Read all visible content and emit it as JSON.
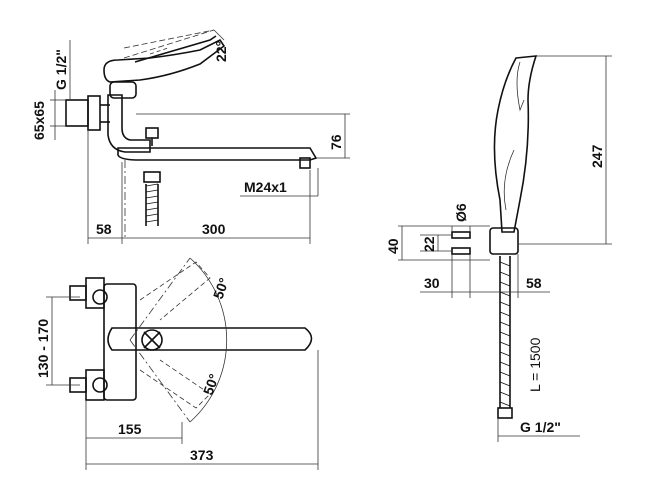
{
  "drawing": {
    "side_view": {
      "thread_inlet": "G 1/2\"",
      "handle_angle": "22°",
      "connection_size": "65x65",
      "height_label": "76",
      "spout_thread": "M24x1",
      "wall_offset": "58",
      "spout_length": "300"
    },
    "top_view": {
      "center_distance": "130 - 170",
      "swivel_angle_upper": "50°",
      "swivel_angle_lower": "50°",
      "body_depth": "155",
      "total_depth": "373"
    },
    "shower_view": {
      "handset_length": "247",
      "hole_diameter": "Ø6",
      "bracket_height": "40",
      "hole_spacing": "22",
      "left_offset": "30",
      "right_offset": "58",
      "hose_length": "L = 1500",
      "hose_thread": "G 1/2\""
    }
  }
}
